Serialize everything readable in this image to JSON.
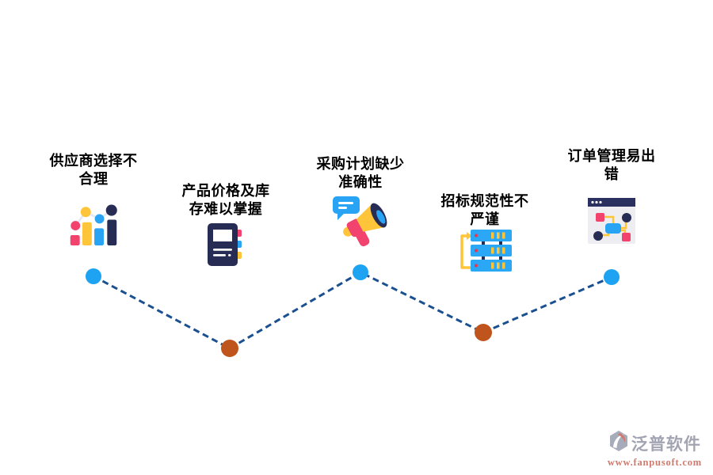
{
  "items": [
    {
      "line1": "供应商选择不",
      "line2": "合理",
      "icon": "bar-chart-icon"
    },
    {
      "line1": "产品价格及库",
      "line2": "存难以掌握",
      "icon": "notebook-icon"
    },
    {
      "line1": "采购计划缺少",
      "line2": "准确性",
      "icon": "megaphone-icon"
    },
    {
      "line1": "招标规范性不",
      "line2": "严谨",
      "icon": "server-stack-icon"
    },
    {
      "line1": "订单管理易出",
      "line2": "错",
      "icon": "flowchart-window-icon"
    }
  ],
  "colors": {
    "connector": "#1b5090",
    "node_top": "#1da3f2",
    "node_bottom": "#c0541d",
    "pink": "#f2426e",
    "yellow": "#ffc53a",
    "blue": "#29a3f4",
    "navy": "#272c55"
  },
  "watermark": {
    "brand": "泛普软件",
    "url": "www.fanpusoft.com"
  }
}
